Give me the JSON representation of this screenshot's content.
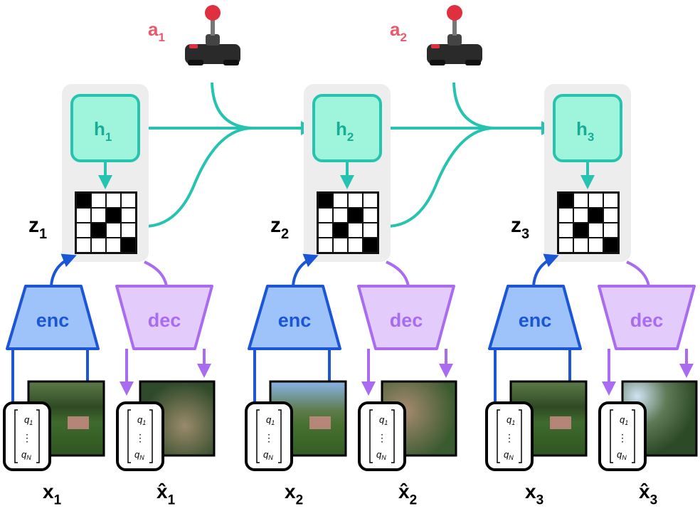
{
  "timesteps": [
    {
      "hidden_label": "h",
      "hidden_sub": "1",
      "latent_label": "z",
      "latent_sub": "1",
      "encoder_label": "enc",
      "decoder_label": "dec",
      "obs_label": "x",
      "obs_sub": "1",
      "recon_label": "x̂",
      "recon_sub": "1",
      "latent_cells": [
        [
          1,
          0,
          0,
          0
        ],
        [
          0,
          0,
          1,
          0
        ],
        [
          0,
          1,
          0,
          0
        ],
        [
          0,
          0,
          0,
          1
        ]
      ]
    },
    {
      "hidden_label": "h",
      "hidden_sub": "2",
      "latent_label": "z",
      "latent_sub": "2",
      "encoder_label": "enc",
      "decoder_label": "dec",
      "obs_label": "x",
      "obs_sub": "2",
      "recon_label": "x̂",
      "recon_sub": "2",
      "latent_cells": [
        [
          1,
          0,
          0,
          0
        ],
        [
          0,
          0,
          1,
          0
        ],
        [
          0,
          1,
          0,
          0
        ],
        [
          0,
          0,
          0,
          1
        ]
      ]
    },
    {
      "hidden_label": "h",
      "hidden_sub": "3",
      "latent_label": "z",
      "latent_sub": "3",
      "encoder_label": "enc",
      "decoder_label": "dec",
      "obs_label": "x",
      "obs_sub": "3",
      "recon_label": "x̂",
      "recon_sub": "3",
      "latent_cells": [
        [
          1,
          0,
          0,
          0
        ],
        [
          0,
          0,
          1,
          0
        ],
        [
          0,
          1,
          0,
          0
        ],
        [
          0,
          0,
          0,
          1
        ]
      ]
    }
  ],
  "actions": [
    {
      "label": "a",
      "sub": "1",
      "icon": "joystick-icon"
    },
    {
      "label": "a",
      "sub": "2",
      "icon": "joystick-icon"
    }
  ],
  "vector": {
    "top": "q",
    "top_sub": "1",
    "mid": "⋮",
    "bottom": "q",
    "bottom_sub": "N"
  },
  "colors": {
    "recurrent": "#26C4B0",
    "hidden_fill": "#9FF4DC",
    "hidden_text": "#17AE98",
    "group_bg": "#EDEDED",
    "encoder_stroke": "#1A56D6",
    "encoder_fill": "#9EC2FA",
    "encoder_text": "#1A56D6",
    "decoder_stroke": "#A96CF0",
    "decoder_fill": "#E3CCFC",
    "decoder_text": "#A96CF0",
    "action_text": "#E85A6B",
    "joystick_ball": "#E0303F"
  }
}
